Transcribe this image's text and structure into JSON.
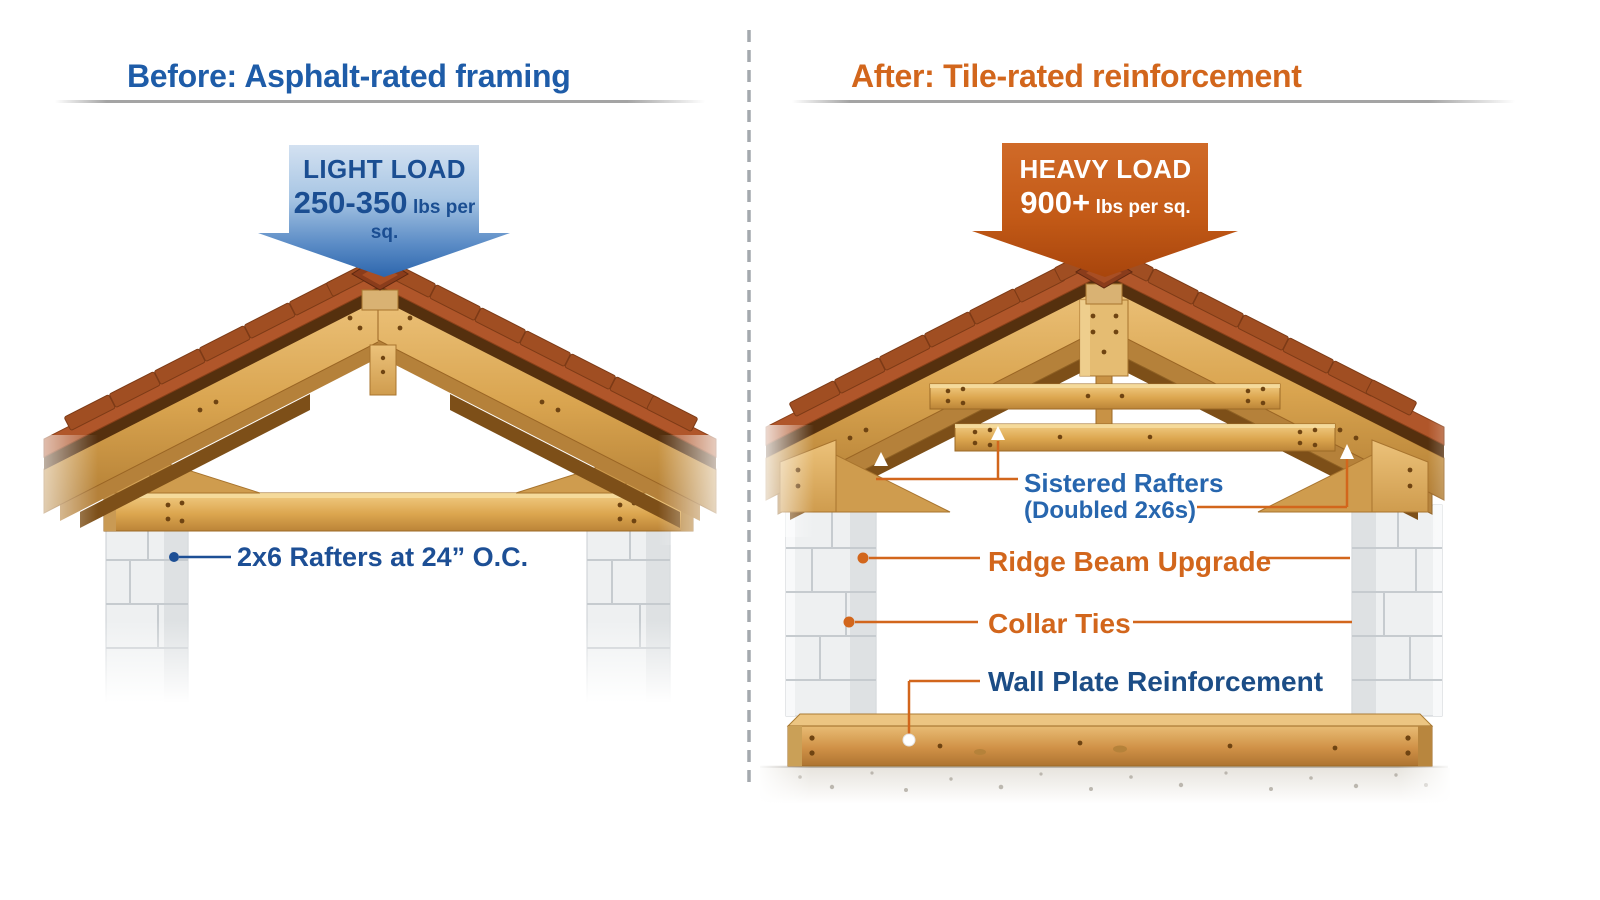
{
  "left_panel": {
    "title": "Before: Asphalt-rated framing",
    "load_badge": {
      "title": "LIGHT LOAD",
      "value": "250-350",
      "unit": "lbs per",
      "unit_line2": "sq."
    },
    "rafter_label": "2x6 Rafters at 24” O.C."
  },
  "right_panel": {
    "title": "After: Tile-rated reinforcement",
    "load_badge": {
      "title": "HEAVY LOAD",
      "value": "900+",
      "unit": "lbs per sq."
    },
    "labels": {
      "sistered_rafters": "Sistered Rafters",
      "sistered_rafters_sub": "(Doubled 2x6s)",
      "ridge_beam": "Ridge Beam Upgrade",
      "collar_ties": "Collar Ties",
      "wall_plate": "Wall Plate Reinforcement"
    }
  },
  "colors": {
    "title_blue": "#1e5ca8",
    "title_orange": "#d2661c",
    "label_navy": "#1d4f95",
    "label_blue": "#2766ae",
    "leader_orange": "#d2661c",
    "arrow_blue_light": "#cfdeef",
    "arrow_blue_dark": "#2d66ad",
    "arrow_orange_light": "#d06a28",
    "arrow_orange_dark": "#a8450c",
    "wood_light": "#ecc27a",
    "wood_dark": "#9c6b28",
    "tile_red": "#b0562a",
    "concrete": "#eef0f1"
  }
}
